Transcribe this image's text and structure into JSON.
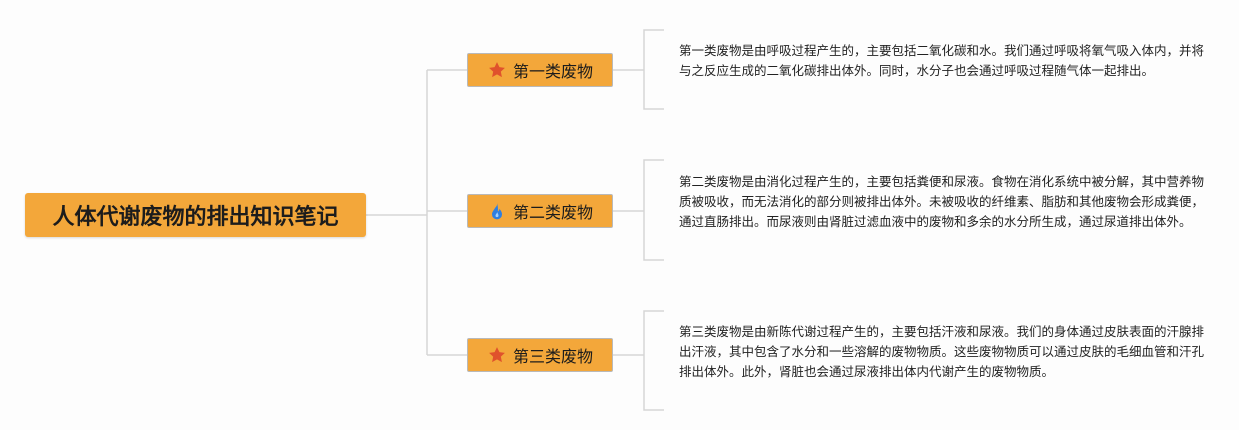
{
  "root": {
    "title": "人体代谢废物的排出知识笔记"
  },
  "categories": [
    {
      "label": "第一类废物",
      "icon": "star-icon",
      "description": "第一类废物是由呼吸过程产生的，主要包括二氧化碳和水。我们通过呼吸将氧气吸入体内，并将与之反应生成的二氧化碳排出体外。同时，水分子也会通过呼吸过程随气体一起排出。"
    },
    {
      "label": "第二类废物",
      "icon": "fire-icon",
      "description": "第二类废物是由消化过程产生的，主要包括粪便和尿液。食物在消化系统中被分解，其中营养物质被吸收，而无法消化的部分则被排出体外。未被吸收的纤维素、脂肪和其他废物会形成粪便，通过直肠排出。而尿液则由肾脏过滤血液中的废物和多余的水分所生成，通过尿道排出体外。"
    },
    {
      "label": "第三类废物",
      "icon": "star-icon",
      "description": "第三类废物是由新陈代谢过程产生的，主要包括汗液和尿液。我们的身体通过皮肤表面的汗腺排出汗液，其中包含了水分和一些溶解的废物物质。这些废物物质可以通过皮肤的毛细血管和汗孔排出体外。此外，肾脏也会通过尿液排出体内代谢产生的废物物质。"
    }
  ],
  "colors": {
    "node_fill": "#f3a73a",
    "connector": "#d6d6d6",
    "star": "#e0522c",
    "fire": "#2f7fe0"
  }
}
